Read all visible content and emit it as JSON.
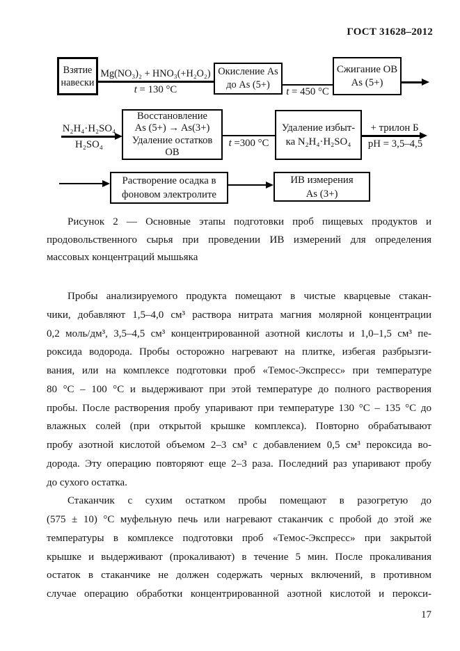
{
  "page": {
    "header": "ГОСТ 31628–2012",
    "page_number": "17"
  },
  "flowchart": {
    "boxes": {
      "sampling": [
        "Взятие",
        "навески"
      ],
      "oxidation": [
        "Окисление As",
        "до As (5+)"
      ],
      "burning": [
        "Сжигание ОВ",
        "As (5+)"
      ],
      "reduction": [
        "Восстановление",
        "As (5+) → As(3+)",
        "Удаление остатков",
        "ОВ"
      ],
      "removal": [
        "Удаление избыт-",
        "ка N₂H₄·H₂SO₄"
      ],
      "dissolution": [
        "Растворение осадка в",
        "фоновом электролите"
      ],
      "measurement": [
        "ИВ измерения",
        "As (3+)"
      ]
    },
    "labels": {
      "reagent1": "Mg(NO₃)₂ + HNO₃(+H₂O₂)",
      "temp1_var": "t",
      "temp1_val": " = 130 °C",
      "temp2_var": "t",
      "temp2_val": " = 450 °C",
      "reagent2_top": "N₂H₄·H₂SO₄",
      "reagent2_bottom": "H₂SO₄",
      "temp3_var": "t",
      "temp3_val": " =300 °C",
      "trilon_top": "+ трилон Б",
      "trilon_bottom": "рН = 3,5–4,5"
    },
    "caption": [
      "Рисунок 2 — Основные этапы подготовки проб пищевых продуктов и",
      "продовольственного сырья при проведении ИВ измерений для определения",
      "массовых концентраций мышьяка"
    ]
  },
  "body": {
    "para1": [
      "Пробы анализируемого продукта помещают в чистые кварцевые стакан-",
      "чики, добавляют 1,5–4,0 см³ раствора нитрата магния молярной концентрации",
      "0,2 моль/дм³, 3,5–4,5 см³ концентрированной азотной кислоты и 1,0–1,5 см³ пе-",
      "роксида водорода. Пробы осторожно нагревают на плитке, избегая разбрызги-",
      "вания, или на комплексе подготовки проб «Темос-Экспресс» при температуре",
      "80 °С – 100 °С и выдерживают при этой температуре до полного растворения",
      "пробы. После растворения пробу упаривают при температуре 130 °С – 135 °С до",
      "влажных солей (при открытой крышке комплекса). Повторно обрабатывают",
      "пробу азотной кислотой объемом 2–3 см³ с добавлением 0,5 см³ пероксида во-",
      "дорода. Эту операцию повторяют еще 2–3 раза. Последний раз упаривают пробу",
      "до сухого остатка."
    ],
    "para2": [
      "Стаканчик с сухим остатком пробы помещают в разогретую до",
      "(575 ± 10) °С муфельную печь или нагревают стаканчик с пробой до этой же",
      "температуры в комплексе подготовки проб «Темос-Экспресс» при закрытой",
      "крышке и выдерживают (прокаливают) в течение 5 мин. После прокаливания",
      "остаток в стаканчике не должен содержать черных включений, в противном",
      "случае операцию обработки концентрированной азотной кислотой и перокси-"
    ]
  }
}
